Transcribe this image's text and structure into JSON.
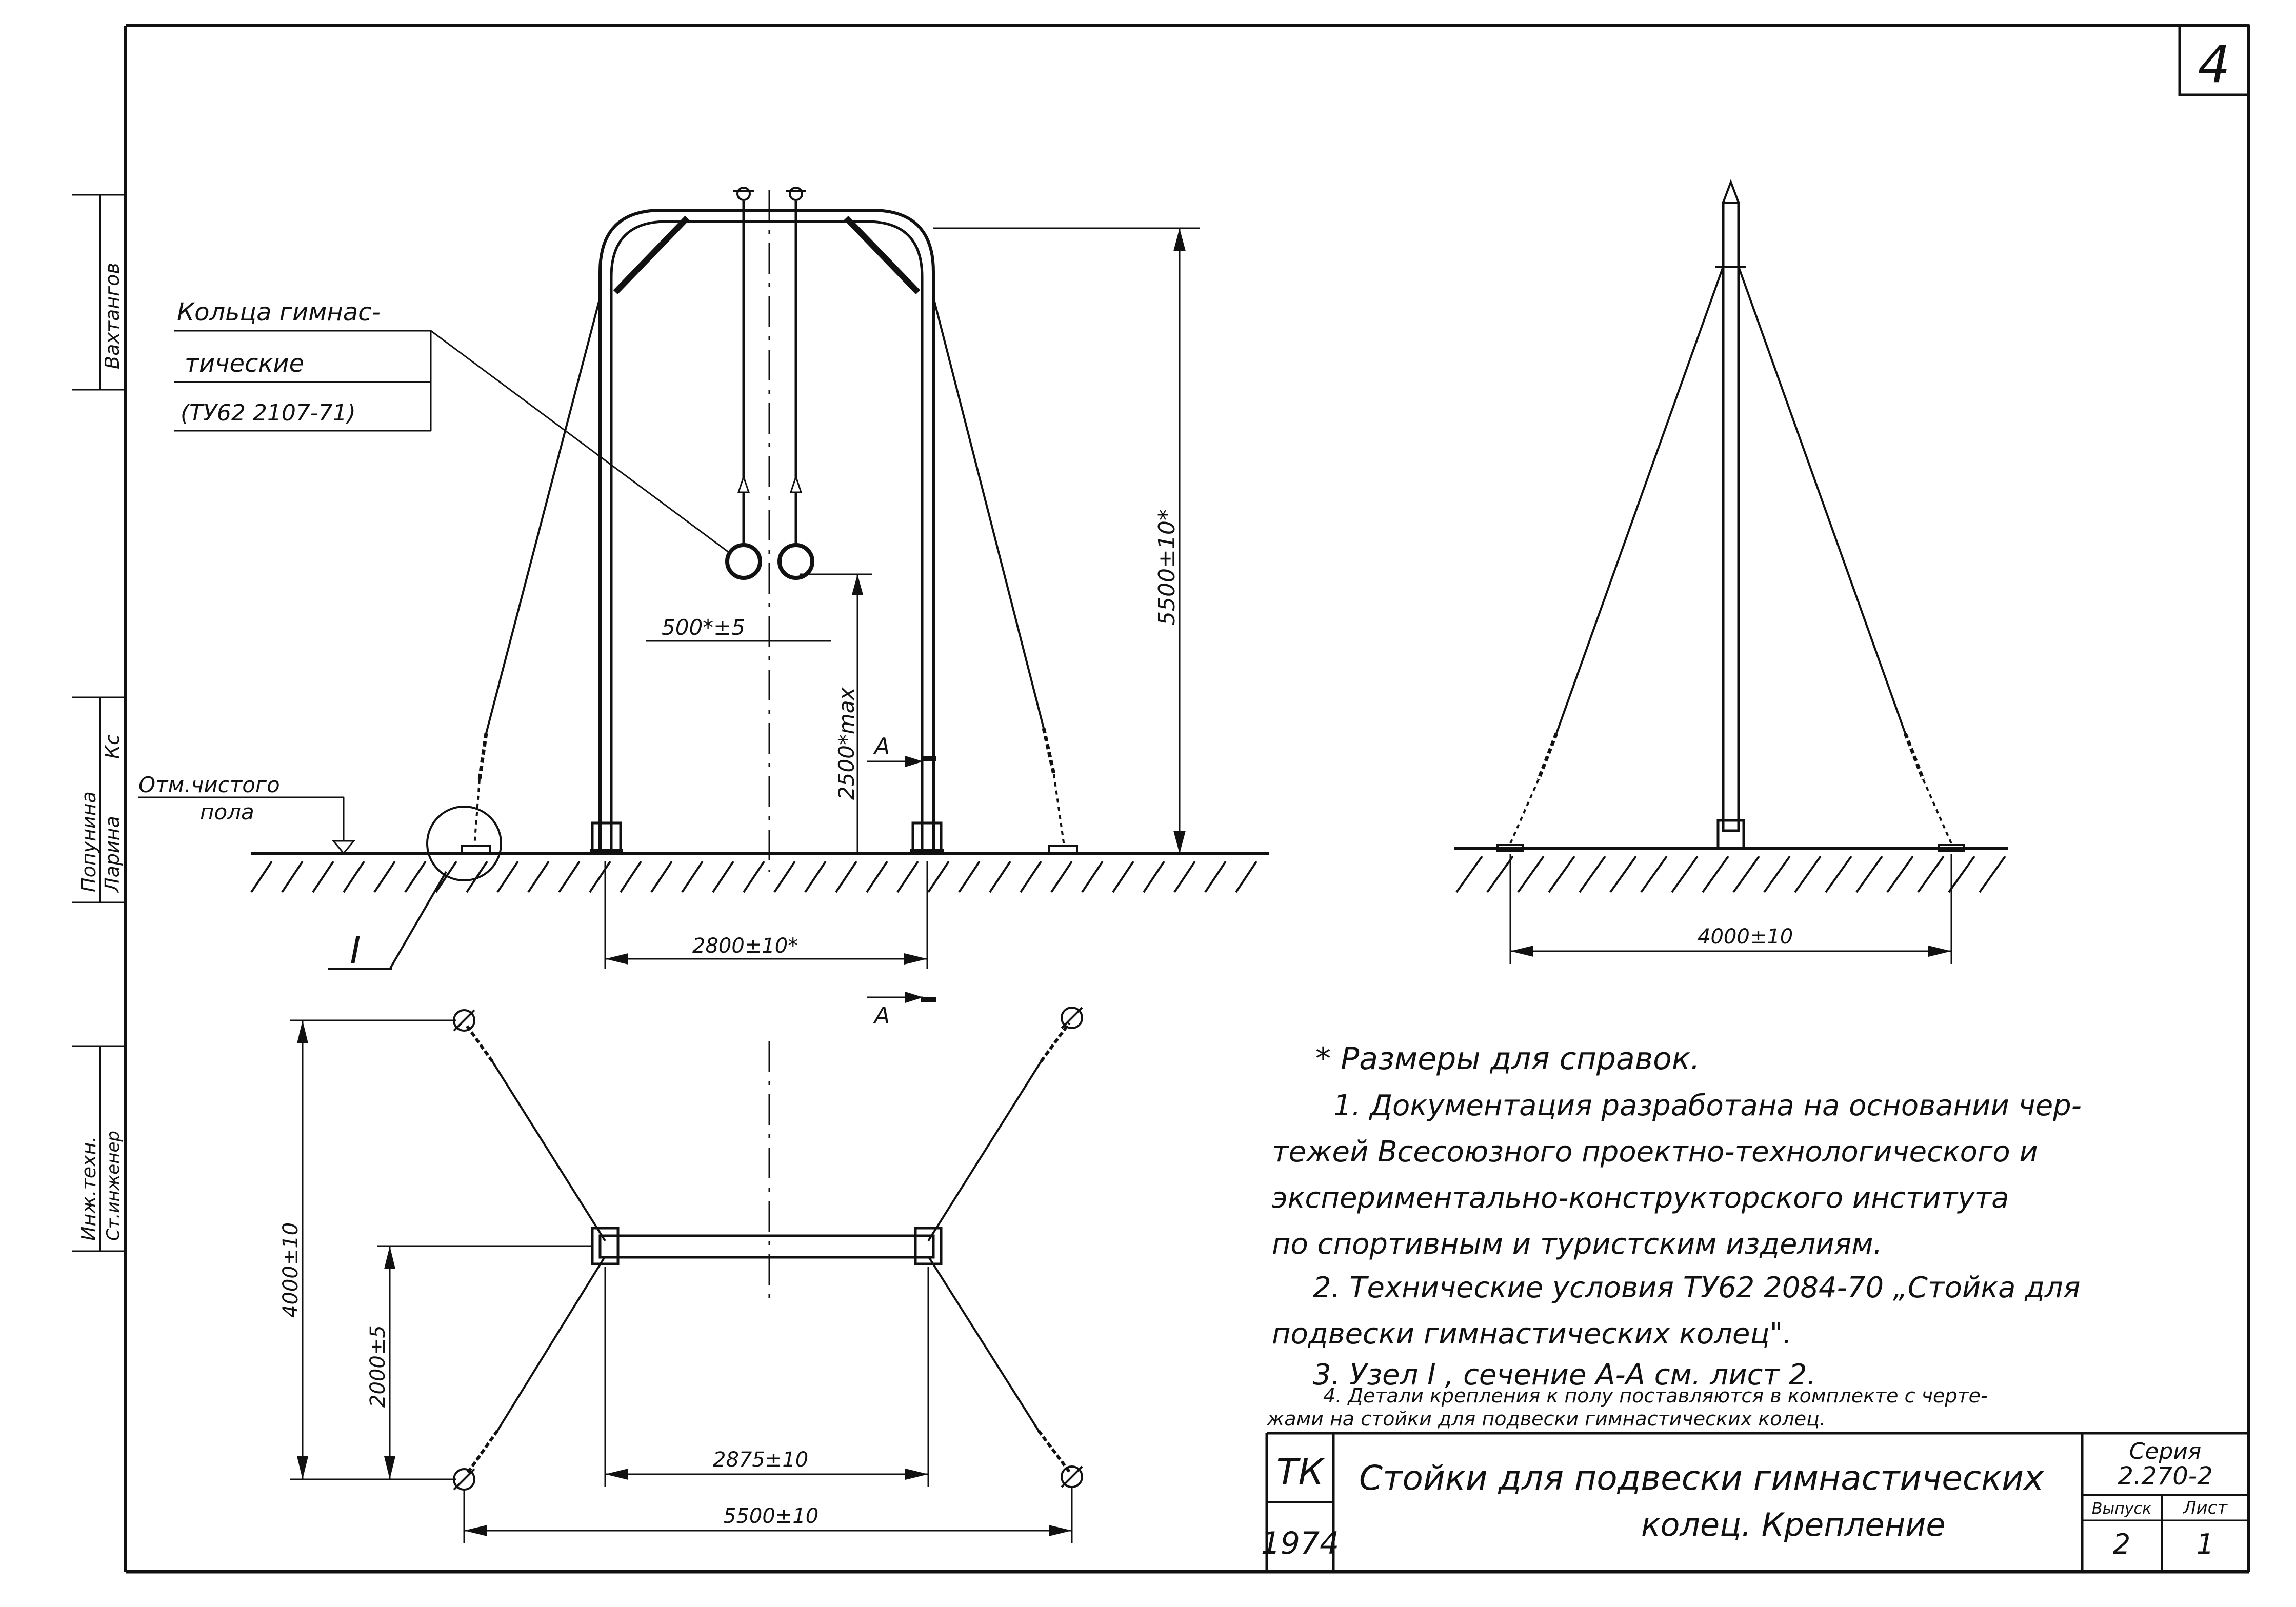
{
  "sheet": {
    "number": "4",
    "tk": "ТК",
    "year": "1974",
    "title_line1": "Стойки для подвески гимнастических",
    "title_line2": "колец. Крепление",
    "series_label": "Серия",
    "series_value": "2.270-2",
    "issue_label": "Выпуск",
    "issue_value": "2",
    "list_label": "Лист",
    "list_value": "1"
  },
  "side_stamp": {
    "a": "Вахтангов",
    "b": "Попунина",
    "c": "Ларина",
    "d": "Кс",
    "e": "Инж.техн.",
    "f": "Ст.инженер"
  },
  "front_view": {
    "callout_line1": "Кольца гимнас-",
    "callout_line2": "тические",
    "callout_line3": "(ТУ62 2107-71)",
    "floor_label1": "Отм.чистого",
    "floor_label2": "пола",
    "node_label": "I",
    "dim_height": "5500±10*",
    "dim_ring_height": "2500*max",
    "dim_ring_spacing": "500*±5",
    "dim_base": "2800±10*",
    "section_mark_top": "А",
    "section_mark_bottom": "А"
  },
  "side_view": {
    "dim_base": "4000±10"
  },
  "plan_view": {
    "dim_vertical_outer": "4000±10",
    "dim_vertical_inner": "2000±5",
    "dim_horizontal_inner": "2875±10",
    "dim_horizontal_outer": "5500±10"
  },
  "notes": {
    "ref": "* Размеры для справок.",
    "n1_l1": "1. Документация разработана на основании чер-",
    "n1_l2": "тежей Всесоюзного проектно-технологического и",
    "n1_l3": "экспериментально-конструкторского института",
    "n1_l4": "по спортивным и туристским изделиям.",
    "n2_l1": "2. Технические условия ТУ62 2084-70 „Стойка для",
    "n2_l2": "подвески гимнастических колец\".",
    "n3": "3. Узел I , сечение А-А см. лист 2.",
    "n4_l1": "4. Детали крепления к полу поставляются в комплекте с черте-",
    "n4_l2": "жами на стойки для подвески гимнастических колец."
  }
}
